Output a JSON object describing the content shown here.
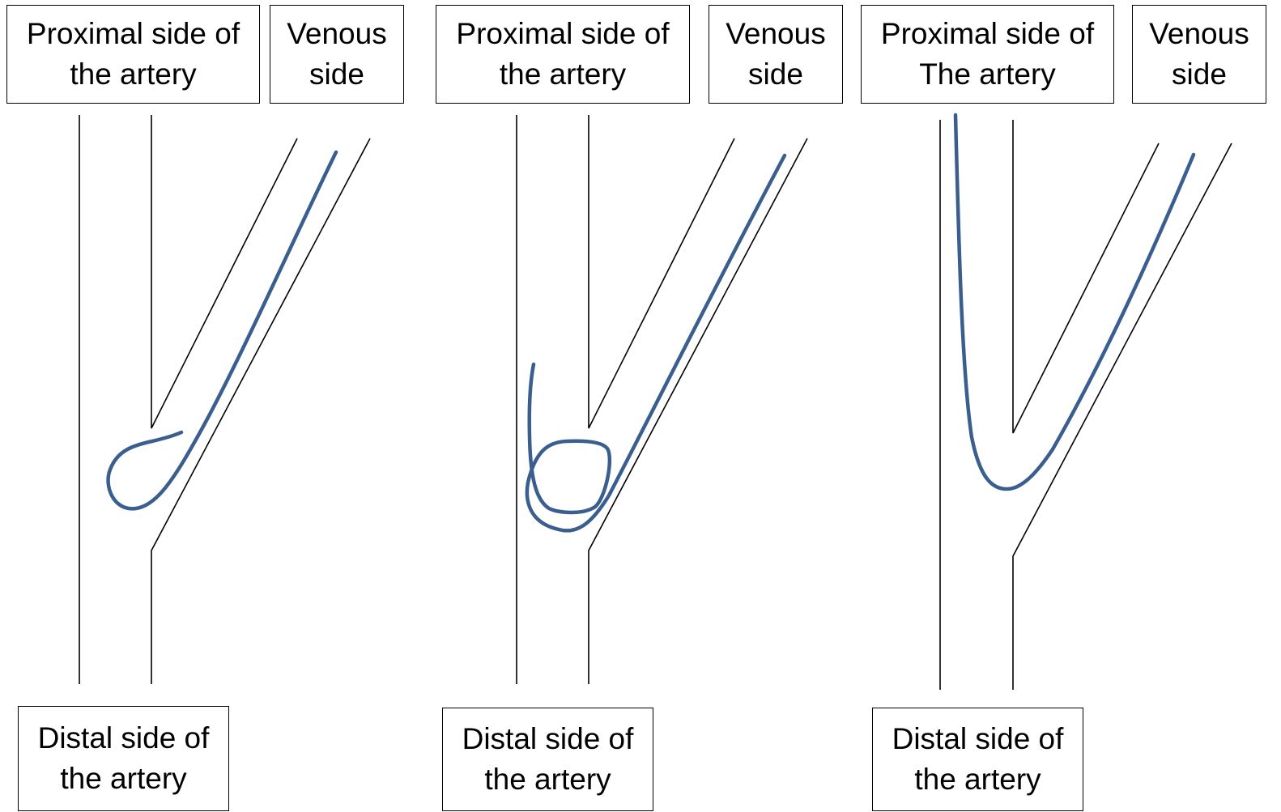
{
  "panels": [
    {
      "proximal_label": [
        "Proximal side of",
        "the artery"
      ],
      "venous_label": [
        "Venous",
        "side"
      ],
      "distal_label": [
        "Distal side of",
        "the artery"
      ]
    },
    {
      "proximal_label": [
        "Proximal side of",
        "the artery"
      ],
      "venous_label": [
        "Venous",
        "side"
      ],
      "distal_label": [
        "Distal side of",
        "the artery"
      ]
    },
    {
      "proximal_label": [
        "Proximal side of",
        "The artery"
      ],
      "venous_label": [
        "Venous",
        "side"
      ],
      "distal_label": [
        "Distal side of",
        "the artery"
      ]
    }
  ],
  "colors": {
    "wire": "#3a5f8f",
    "vessel": "#000000"
  }
}
